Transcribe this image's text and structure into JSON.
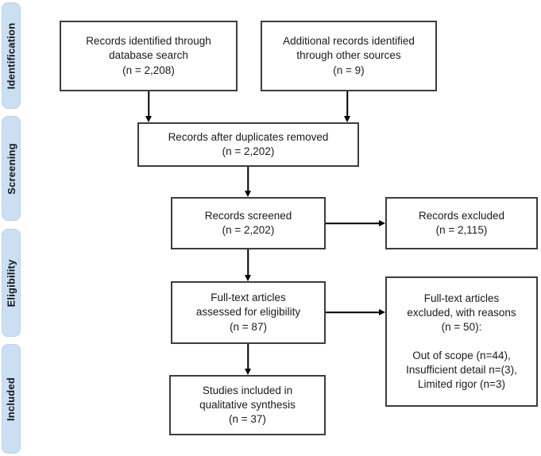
{
  "diagram_type": "prisma-flow",
  "stages": [
    {
      "label": "Identification"
    },
    {
      "label": "Screening"
    },
    {
      "label": "Eligibility"
    },
    {
      "label": "Included"
    }
  ],
  "flow": {
    "identified": {
      "text": "Records identified through\ndatabase search\n(n = 2,208)"
    },
    "additional": {
      "text": "Additional records identified\nthrough other sources\n(n = 9)"
    },
    "deduplicated": {
      "text": "Records after duplicates removed\n(n = 2,202)"
    },
    "screened": {
      "text": "Records screened\n(n = 2,202)"
    },
    "records_excluded": {
      "text": "Records excluded\n(n = 2,115)"
    },
    "fulltext_assessed": {
      "text": "Full-text articles\nassessed for eligibility\n(n = 87)"
    },
    "fulltext_excluded": {
      "text": "Full-text articles\nexcluded, with reasons\n(n = 50):\n\nOut of scope (n=44),\nInsufficient detail n=(3),\nLimited rigor (n=3)"
    },
    "included_synthesis": {
      "text": "Studies included in\nqualitative synthesis\n(n = 37)"
    }
  },
  "colors": {
    "stage_fill": "#cbdff2",
    "box_border": "#3d3d3d",
    "arrow": "#000000",
    "text": "#1a1a1a"
  }
}
